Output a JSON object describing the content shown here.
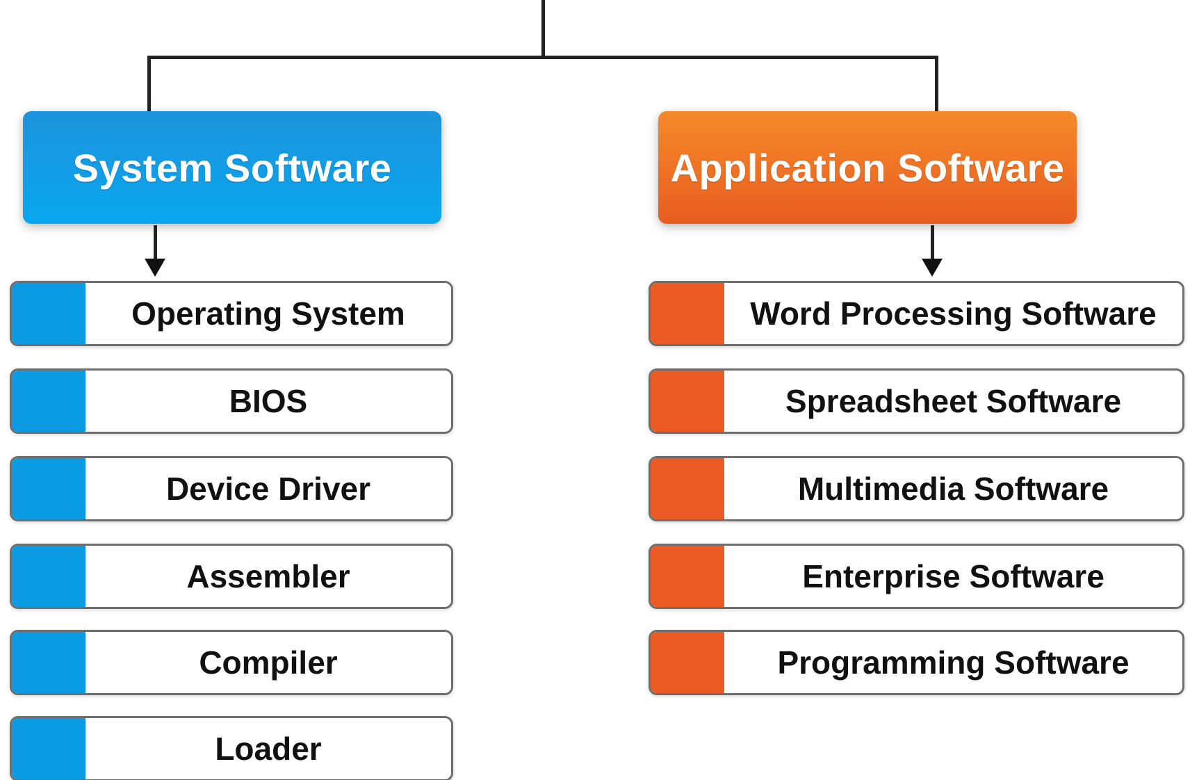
{
  "colors": {
    "system_accent": "#0a9be3",
    "application_accent": "#ea5a22",
    "connector": "#222222"
  },
  "system": {
    "title": "System Software",
    "items": [
      "Operating System",
      "BIOS",
      "Device Driver",
      "Assembler",
      "Compiler",
      "Loader"
    ]
  },
  "application": {
    "title": "Application Software",
    "items": [
      "Word Processing Software",
      "Spreadsheet Software",
      "Multimedia Software",
      "Enterprise Software",
      "Programming Software"
    ]
  }
}
